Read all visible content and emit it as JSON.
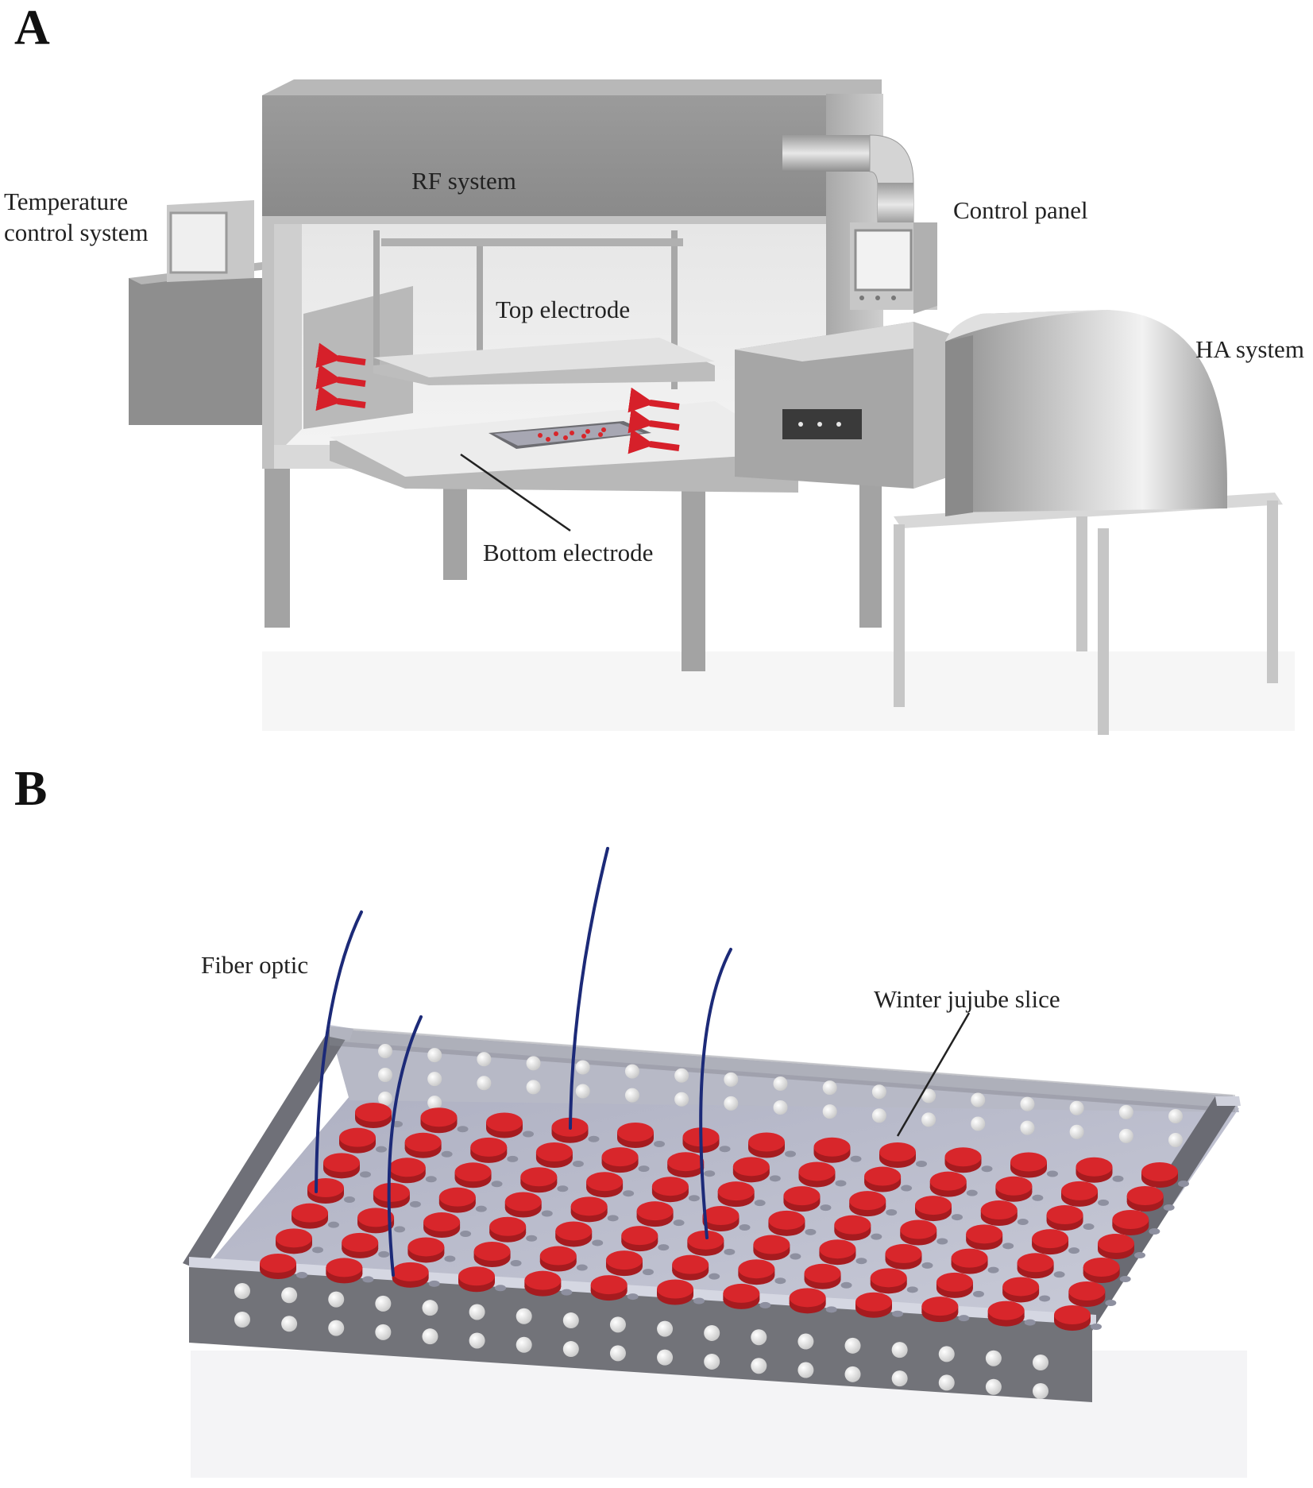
{
  "panel_a": {
    "letter": "A",
    "labels": {
      "rf_system": "RF system",
      "temperature_line1": "Temperature",
      "temperature_line2": "control system",
      "control_panel": "Control panel",
      "top_electrode": "Top electrode",
      "ha_system": "HA system",
      "bottom_electrode": "Bottom electrode"
    }
  },
  "panel_b": {
    "letter": "B",
    "labels": {
      "fiber_optic": "Fiber optic",
      "winter_jujube_slice": "Winter jujube slice"
    }
  },
  "colors": {
    "metal_dark": "#8d8d8d",
    "metal_mid": "#a9a9a9",
    "metal_light": "#d2d2d2",
    "tray_grey": "#6f7078",
    "tray_floor": "#b9bbca",
    "slice_red": "#d8262b",
    "fiber_blue": "#1c2a78",
    "arrow_red": "#d6202a"
  }
}
